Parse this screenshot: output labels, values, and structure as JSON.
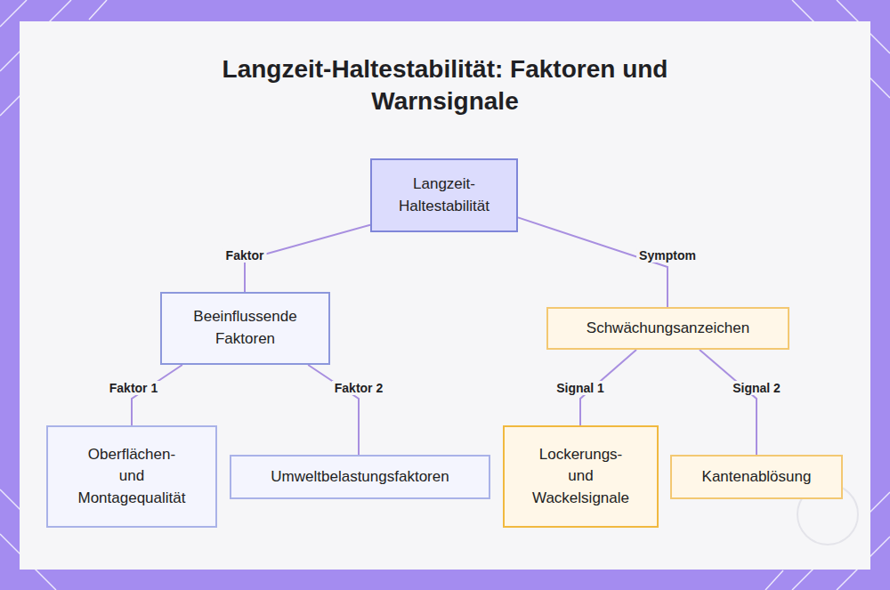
{
  "diagram": {
    "title": "Langzeit-Haltestabilität: Faktoren und Warnsignale",
    "nodes": [
      {
        "text": [
          "Langzeit-Haltestabilität"
        ]
      },
      {
        "text": [
          "Beeinflussende Faktoren"
        ]
      },
      {
        "text": [
          "Schwächungsanzeichen"
        ]
      },
      {
        "text": [
          "Oberflächen- und Montagequalität"
        ]
      },
      {
        "text": [
          "Umweltbelastungsfaktoren"
        ]
      },
      {
        "text": [
          "Lockerungs- und Wackelsignale"
        ]
      },
      {
        "text": [
          "Kantenablösung"
        ]
      }
    ],
    "edges": [
      {
        "from": 0,
        "to": 1,
        "label": "Faktor",
        "arrow": "none"
      },
      {
        "from": 0,
        "to": 2,
        "label": "Symptom",
        "arrow": "none"
      },
      {
        "from": 1,
        "to": 3,
        "label": "Faktor 1",
        "arrow": "none"
      },
      {
        "from": 1,
        "to": 4,
        "label": "Faktor 2",
        "arrow": "none"
      },
      {
        "from": 2,
        "to": 5,
        "label": "Signal 1",
        "arrow": "none"
      },
      {
        "from": 2,
        "to": 6,
        "label": "Signal 2",
        "arrow": "none"
      }
    ]
  }
}
